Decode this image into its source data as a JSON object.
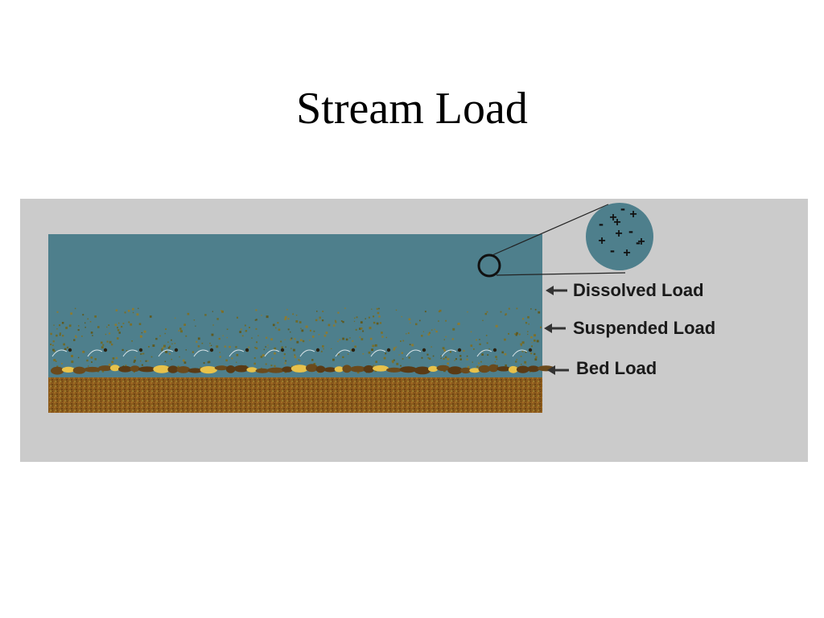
{
  "slide": {
    "title": "Stream Load"
  },
  "diagram": {
    "labels": {
      "dissolved": "Dissolved Load",
      "suspended": "Suspended Load",
      "bed": "Bed Load"
    },
    "ion_signs": [
      "+",
      "-",
      "+",
      "-",
      "+",
      "-",
      "+",
      "+",
      "-",
      "+",
      "-",
      "+"
    ],
    "colors": {
      "panel": "#cbcbcb",
      "water": "#4e7f8c",
      "streambed": "#8a5a1c",
      "pebble_dark": "#5a3a14",
      "pebble_light": "#e8c24a",
      "suspended_particles": "#6d6a2a",
      "arrow": "#333333"
    },
    "icons": {
      "arrow": "left-arrow-icon",
      "magnifier": "zoom-circle-icon"
    }
  }
}
